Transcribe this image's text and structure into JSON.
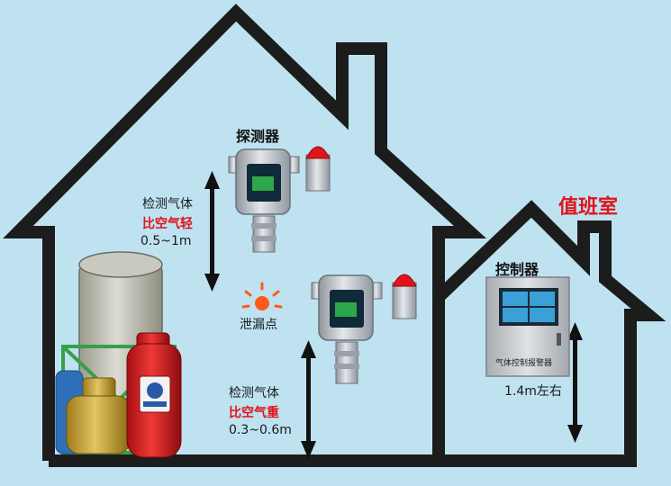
{
  "labels": {
    "detector_title": "探测器",
    "upper_detect_gas": "检测气体",
    "upper_lighter": "比空气轻",
    "upper_range": "0.5~1m",
    "leak_point": "泄漏点",
    "lower_detect_gas": "检测气体",
    "lower_heavier": "比空气重",
    "lower_range": "0.3~0.6m",
    "duty_room": "值班室",
    "controller_title": "控制器",
    "controller_panel": "气体控制报警器",
    "controller_height": "1.4m左右"
  },
  "colors": {
    "background": "#bfe2f1",
    "house_outline": "#1c1c1c",
    "accent_red": "#e0141c",
    "leak_orange": "#ff5a1a",
    "device_metal": "#b9bec4",
    "controller_screen": "#3aa0d8"
  },
  "icons": [
    "gas-detector-icon",
    "alarm-beacon-icon",
    "gas-tank-icon",
    "lpg-cylinder-icon",
    "leak-burst-icon",
    "controller-cabinet-icon",
    "double-arrow-icon"
  ]
}
